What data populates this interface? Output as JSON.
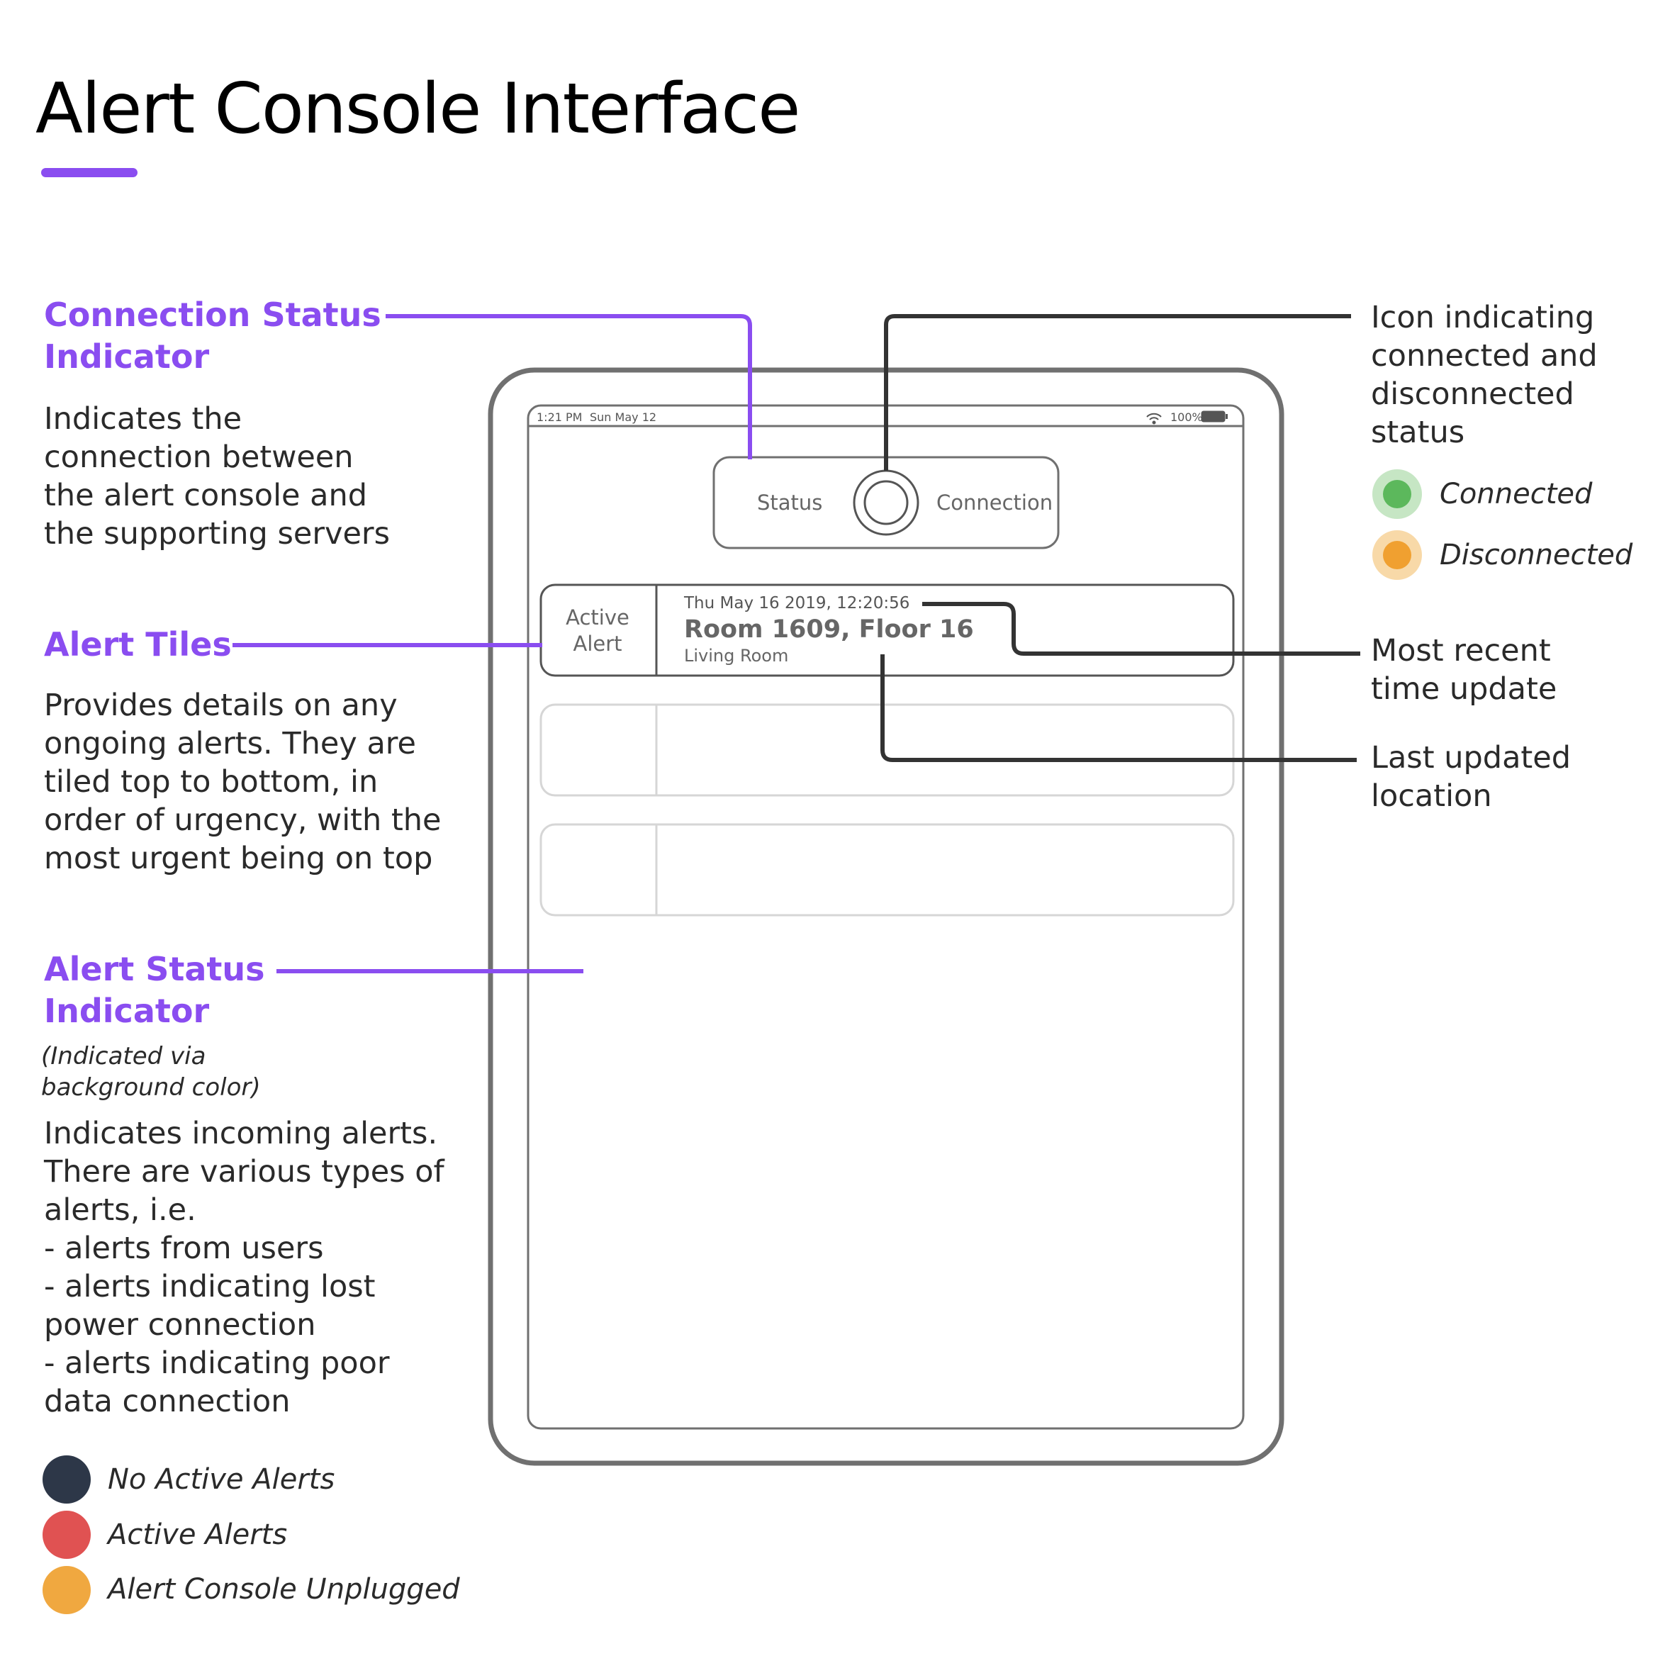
{
  "title": "Alert Console Interface",
  "colors": {
    "accent": "#8a4df0",
    "connector_dark": "#333333",
    "connected": "#5cb85c",
    "connected_ring": "#c6e6c4",
    "disconnected": "#f0a030",
    "disconnected_ring": "#f8d9a8",
    "no_active_alerts": "#2d3748",
    "active_alerts": "#e05252",
    "alert_console_unplugged": "#f0a840"
  },
  "left_panel": {
    "connection_status": {
      "heading_line1": "Connection Status",
      "heading_line2": "Indicator",
      "desc": [
        "Indicates the",
        "connection between",
        "the alert console and",
        "the supporting servers"
      ]
    },
    "alert_tiles": {
      "heading": "Alert Tiles",
      "desc": [
        "Provides details on any",
        "ongoing alerts. They are",
        "tiled top to bottom, in",
        "order of urgency, with the",
        "most urgent being on top"
      ]
    },
    "alert_status": {
      "heading_line1": "Alert Status",
      "heading_line2": "Indicator",
      "note": [
        "(Indicated via",
        "background color)"
      ],
      "desc": [
        "Indicates incoming alerts.",
        "There are various types of",
        "alerts, i.e.",
        "- alerts from users",
        "- alerts indicating lost",
        "power connection",
        "- alerts indicating poor",
        "data connection"
      ]
    },
    "legend": [
      {
        "label": "No Active Alerts",
        "color": "#2d3748"
      },
      {
        "label": "Active Alerts",
        "color": "#e05252"
      },
      {
        "label": "Alert Console Unplugged",
        "color": "#f0a840"
      }
    ]
  },
  "right_panel": {
    "icon_desc": [
      "Icon indicating",
      "connected and",
      "disconnected",
      "status"
    ],
    "status_legend": [
      {
        "label": "Connected",
        "icon": "green-dot"
      },
      {
        "label": "Disconnected",
        "icon": "orange-dot"
      }
    ],
    "time_update": [
      "Most recent",
      "time update"
    ],
    "location": [
      "Last updated",
      "location"
    ]
  },
  "device": {
    "status_bar": {
      "time": "1:21 PM",
      "date": "Sun May 12",
      "battery": "100%"
    },
    "status_widget": {
      "left_label": "Status",
      "right_label": "Connection"
    },
    "active_tile": {
      "label_line1": "Active",
      "label_line2": "Alert",
      "timestamp": "Thu May 16 2019, 12:20:56",
      "room": "Room 1609, Floor 16",
      "location": "Living Room"
    }
  }
}
